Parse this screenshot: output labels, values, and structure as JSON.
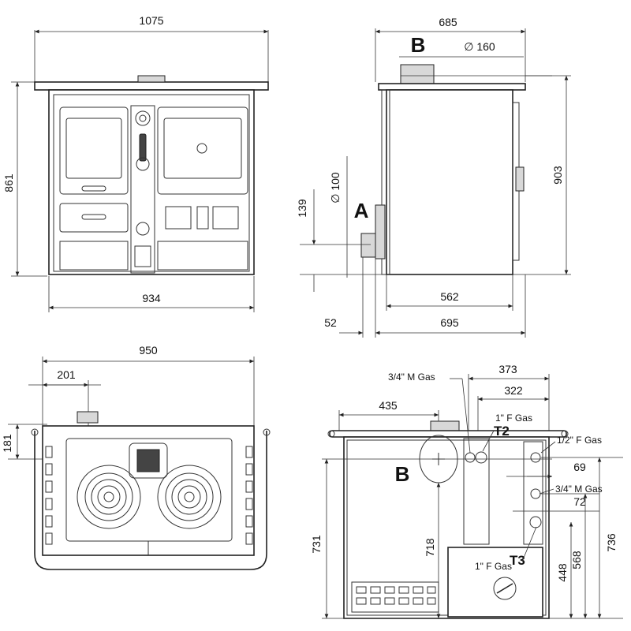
{
  "front_view": {
    "width_top": "1075",
    "width_bottom": "934",
    "height": "861"
  },
  "side_view": {
    "depth_top": "685",
    "flue_label": "B",
    "flue_diameter": "∅ 160",
    "height": "903",
    "inlet_label": "A",
    "inlet_diameter": "∅ 100",
    "inlet_height": "139",
    "depth_inner": "562",
    "depth_total": "695",
    "offset": "52"
  },
  "top_view": {
    "width": "950",
    "flue_offset_x": "201",
    "flue_offset_y": "181"
  },
  "rear_view": {
    "gas_34_m_top": "3/4\" M Gas",
    "gas_1_f_top": "1\" F Gas",
    "label_t2": "T2",
    "gas_12_f": "1/2\" F Gas",
    "gas_34_m_mid": "3/4\" M Gas",
    "gas_1_f_bottom": "1\" F Gas",
    "label_t3": "T3",
    "label_b": "B",
    "dim_373": "373",
    "dim_322": "322",
    "dim_435": "435",
    "dim_69": "69",
    "dim_72": "72",
    "dim_731": "731",
    "dim_718": "718",
    "dim_448": "448",
    "dim_568": "568",
    "dim_736": "736"
  }
}
